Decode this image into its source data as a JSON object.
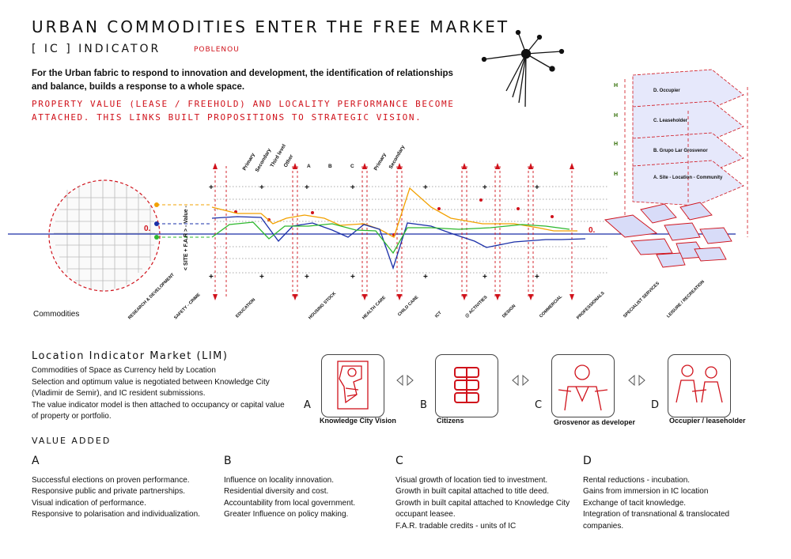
{
  "header": {
    "title": "URBAN COMMODITIES ENTER THE FREE MARKET",
    "subtitle": "[ IC ]  INDICATOR",
    "location": "POBLENOU",
    "intro": "For the Urban fabric to respond to innovation and development, the identification of relationships and balance, builds a response to a whole space.",
    "statement": "PROPERTY VALUE (LEASE / FREEHOLD) AND LOCALITY PERFORMANCE BECOME ATTACHED. THIS LINKS BUILT PROPOSITIONS TO STRATEGIC VISION."
  },
  "diagram": {
    "commodities_label": "Commodities",
    "axis_label": "< SITE + F.A.R > - Value -",
    "zero_label": "0.",
    "zero_label_right": "0.",
    "column_labels": [
      "Primary",
      "Secondary",
      "Third level",
      "Other",
      "A",
      "B",
      "C",
      "Primary",
      "Secondary"
    ],
    "categories": [
      "RESEARCH & DEVELOPMENT",
      "SAFETY - CRIME",
      "EDUCATION",
      "HOUSING STOCK",
      "HEALTH CARE",
      "CHILD CARE",
      "ICT",
      "@ ACTIVITIES",
      "DESIGN",
      "COMMERCIAL",
      "PROFESSIONALS",
      "SPECIALIST SERVICES",
      "LEISURE / RECREATION"
    ],
    "layers": [
      "D. Occupier",
      "C. Leaseholder",
      "B. Grupo Lar Grosvenor",
      "A. Site  -  Location  -  Community"
    ],
    "layer_marker": "H",
    "colors": {
      "blue": "#1a2fa8",
      "orange": "#f2a100",
      "green": "#2db82d",
      "red": "#d0121b"
    }
  },
  "lim": {
    "title": "Location Indicator Market    (LIM)",
    "lines": [
      "Commodities of Space as Currency held by Location",
      "Selection and optimum value is negotiated between Knowledge City (Vladimir de Semir), and IC resident submissions.",
      "The value indicator model is then attached to occupancy or capital value of property or portfolio."
    ],
    "steps": [
      {
        "letter": "A",
        "caption": "Knowledge City Vision",
        "icon": "sketch-figure-icon"
      },
      {
        "letter": "B",
        "caption": "Citizens",
        "icon": "database-stack-icon"
      },
      {
        "letter": "C",
        "caption": "Grosvenor as developer",
        "icon": "sketch-portrait-icon"
      },
      {
        "letter": "D",
        "caption": "Occupier / leaseholder",
        "icon": "sketch-people-icon"
      }
    ]
  },
  "value_added": {
    "title": "VALUE ADDED",
    "columns": [
      {
        "letter": "A",
        "items": [
          "Successful elections on proven performance.",
          "Responsive  public and private partnerships.",
          "Visual indication of performance.",
          "Responsive to polarisation and individualization."
        ]
      },
      {
        "letter": "B",
        "items": [
          "Influence on locality innovation.",
          "Residential diversity and cost.",
          "Accountability from local government.",
          "Greater Influence on policy making."
        ]
      },
      {
        "letter": "C",
        "items": [
          "Visual growth of location tied to investment.",
          "Growth in built capital attached to title deed.",
          "Growth in built capital attached to Knowledge City occupant leasee.",
          "F.A.R. tradable credits - units of IC"
        ]
      },
      {
        "letter": "D",
        "items": [
          "Rental reductions - incubation.",
          "Gains from immersion in IC location",
          "Exchange of  tacit knowledge.",
          "Integration of transnational & translocated companies."
        ]
      }
    ]
  }
}
